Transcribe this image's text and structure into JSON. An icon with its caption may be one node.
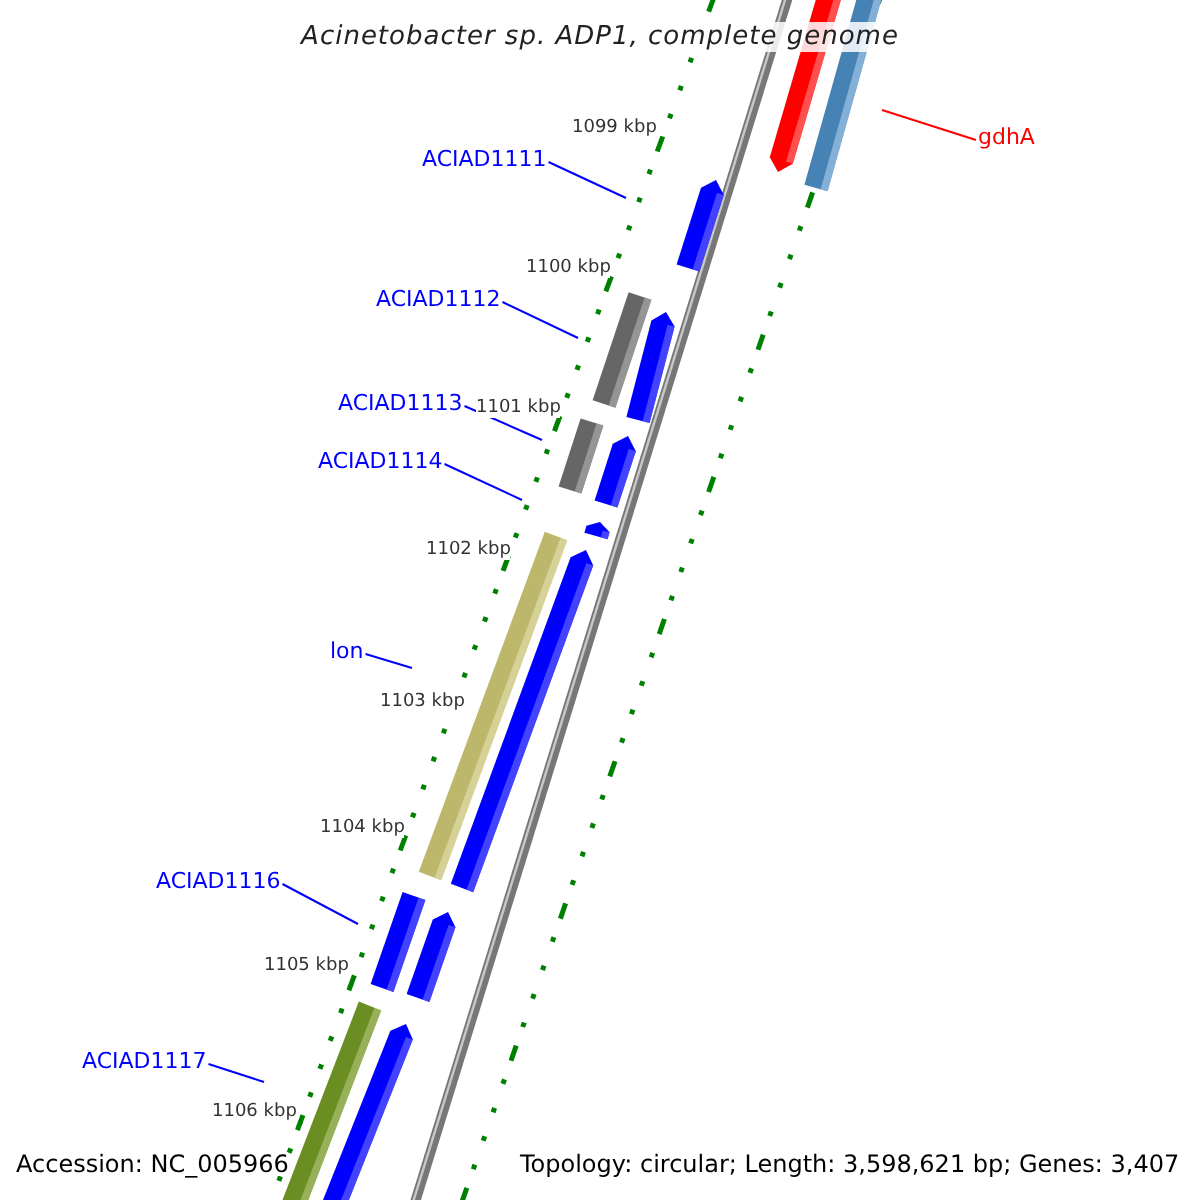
{
  "diagram": {
    "title": "Acinetobacter sp. ADP1, complete genome",
    "nodes": [
      {
        "text": [
          "ACIAD1111"
        ]
      },
      {
        "text": [
          "ACIAD1112"
        ]
      },
      {
        "text": [
          "ACIAD1113"
        ]
      },
      {
        "text": [
          "ACIAD1114"
        ]
      },
      {
        "text": [
          "lon"
        ]
      },
      {
        "text": [
          "ACIAD1116"
        ]
      },
      {
        "text": [
          "ACIAD1117"
        ]
      },
      {
        "text": [
          "gdhA"
        ]
      }
    ],
    "edges": [
      {
        "from": 0,
        "to": null,
        "arrow": "none"
      },
      {
        "from": 1,
        "to": null,
        "arrow": "none"
      },
      {
        "from": 2,
        "to": null,
        "arrow": "none"
      },
      {
        "from": 3,
        "to": null,
        "arrow": "none"
      },
      {
        "from": 4,
        "to": null,
        "arrow": "none"
      },
      {
        "from": 5,
        "to": null,
        "arrow": "none"
      },
      {
        "from": 6,
        "to": null,
        "arrow": "none"
      },
      {
        "from": 7,
        "to": null,
        "arrow": "none",
        "color": "#ff0000"
      }
    ],
    "labels": [
      "1099 kbp",
      "1100 kbp",
      "1101 kbp",
      "1102 kbp",
      "1103 kbp",
      "1104 kbp",
      "1105 kbp",
      "1106 kbp",
      "Accession: NC_005966",
      "Topology: circular; Length: 3,598,621 bp; Genes: 3,407"
    ]
  }
}
